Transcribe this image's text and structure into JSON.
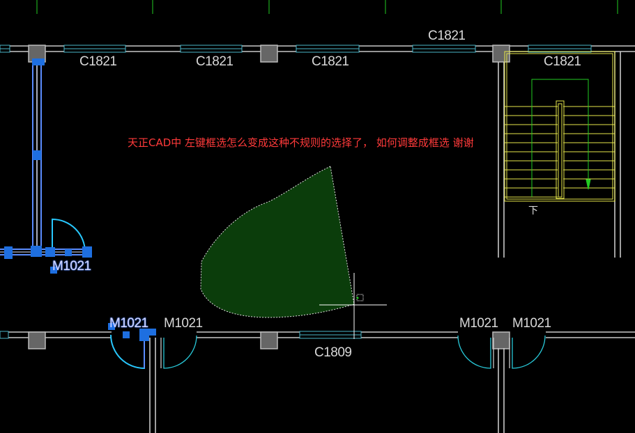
{
  "annotation": {
    "question": "天正CAD中 左键框选怎么变成这种不规则的选择了， 如何调整成框选  谢谢"
  },
  "drawing": {
    "window_labels": [
      "C1821",
      "C1821",
      "C1821",
      "C1821",
      "C1821",
      "C1809"
    ],
    "door_labels": [
      "M1021",
      "M1021",
      "M1021",
      "M1021",
      "M1021"
    ],
    "stair_direction": "下"
  },
  "colors": {
    "background": "#000000",
    "wall": "#c8c8c8",
    "window": "#4ab6c8",
    "door_arc": "#28c8d8",
    "selection_grip": "#1e6fe0",
    "lasso_fill": "#0b3d0b",
    "stair": "#e6e64a",
    "axis": "#22cc22",
    "annotation_text": "#ff3a3a"
  }
}
